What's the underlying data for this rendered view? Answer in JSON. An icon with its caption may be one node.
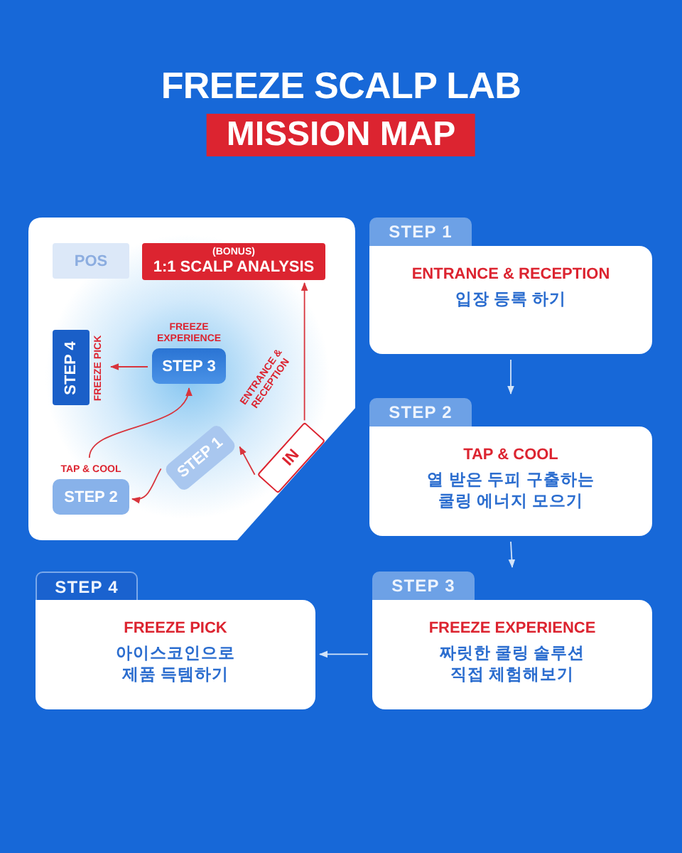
{
  "diagram": {
    "title": "FREEZE SCALP LAB",
    "nodes": [
      {
        "text": [],
        "shape": "box"
      },
      {
        "text": [
          "POS"
        ],
        "in": 0
      },
      {
        "text": [
          "(BONUS)",
          "1:1 SCALP ANALYSIS"
        ],
        "in": 0
      },
      {
        "text": [
          "STEP 4"
        ],
        "beside": [
          "FREEZE PICK"
        ],
        "in": 0
      },
      {
        "text": [
          "STEP 3"
        ],
        "beside": [
          "FREEZE EXPERIENCE"
        ],
        "in": 0
      },
      {
        "text": [
          "STEP 1"
        ],
        "beside": [
          "ENTRANCE & RECEPTION"
        ],
        "in": 0
      },
      {
        "text": [
          "STEP 2"
        ],
        "beside": [
          "TAP & COOL"
        ],
        "in": 0
      },
      {
        "text": [
          "IN"
        ],
        "in": 0
      },
      {
        "text": [
          "STEP 1",
          "ENTRANCE & RECEPTION",
          "입장 등록 하기"
        ]
      },
      {
        "text": [
          "STEP 2",
          "TAP & COOL",
          "열 받은 두피 구출하는 쿨링 에너지 모으기"
        ]
      },
      {
        "text": [
          "STEP 3",
          "FREEZE EXPERIENCE",
          "짜릿한 쿨링 솔루션 직접 체험해보기"
        ]
      },
      {
        "text": [
          "STEP 4",
          "FREEZE PICK",
          "아이스코인으로 제품 득템하기"
        ]
      }
    ],
    "edges": [
      {
        "from": 7,
        "to": 2,
        "arrow": "to"
      },
      {
        "from": 7,
        "to": 5,
        "arrow": "to"
      },
      {
        "from": 5,
        "to": 6,
        "arrow": "to"
      },
      {
        "from": 6,
        "to": 4,
        "arrow": "to"
      },
      {
        "from": 4,
        "to": 3,
        "arrow": "to"
      },
      {
        "from": 8,
        "to": 9,
        "arrow": "to",
        "color": "#d2e3f8"
      },
      {
        "from": 9,
        "to": 10,
        "arrow": "to",
        "color": "#d2e3f8"
      },
      {
        "from": 10,
        "to": 11,
        "arrow": "to",
        "color": "#d2e3f8"
      }
    ],
    "labels": [
      "MISSION MAP"
    ]
  }
}
